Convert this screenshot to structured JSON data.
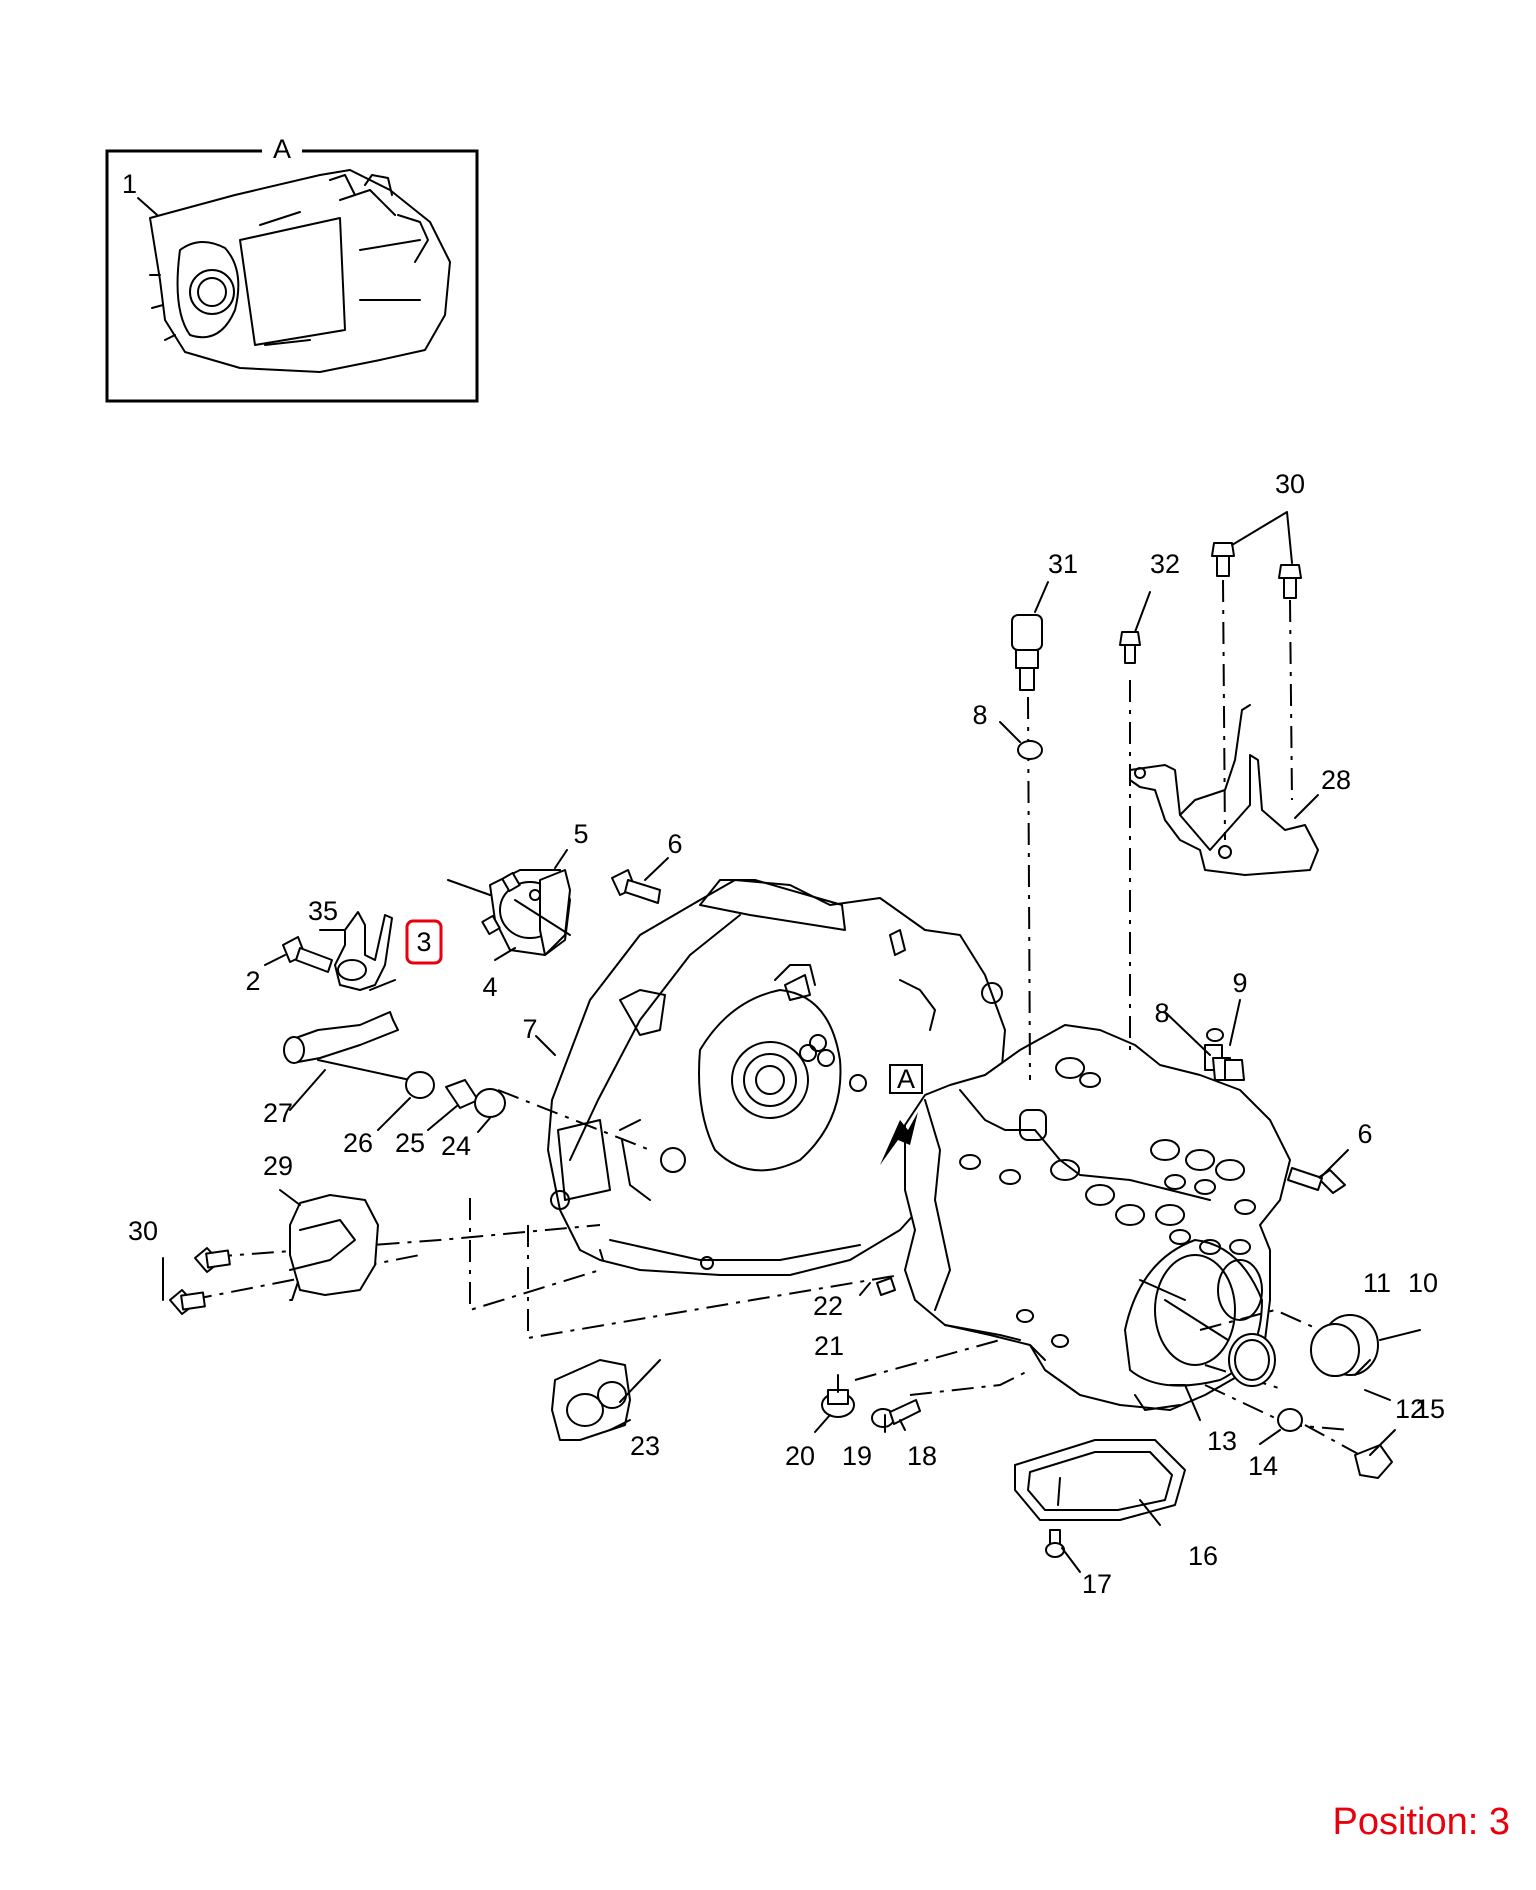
{
  "inset": {
    "label": "A",
    "part_number": "1"
  },
  "view_marker": "A",
  "callouts": {
    "c2": "2",
    "c3": "3",
    "c4": "4",
    "c5": "5",
    "c6a": "6",
    "c6b": "6",
    "c7": "7",
    "c8a": "8",
    "c8b": "8",
    "c9": "9",
    "c10": "10",
    "c11": "11",
    "c12": "12",
    "c13": "13",
    "c14": "14",
    "c15": "15",
    "c16": "16",
    "c17": "17",
    "c18": "18",
    "c19": "19",
    "c20": "20",
    "c21": "21",
    "c22": "22",
    "c23": "23",
    "c24": "24",
    "c25": "25",
    "c26": "26",
    "c27": "27",
    "c28": "28",
    "c29": "29",
    "c30a": "30",
    "c30b": "30",
    "c31": "31",
    "c32": "32",
    "c35": "35"
  },
  "highlighted_callout": "3",
  "highlight_color": "#e8000d",
  "position_label": "Position: 3"
}
